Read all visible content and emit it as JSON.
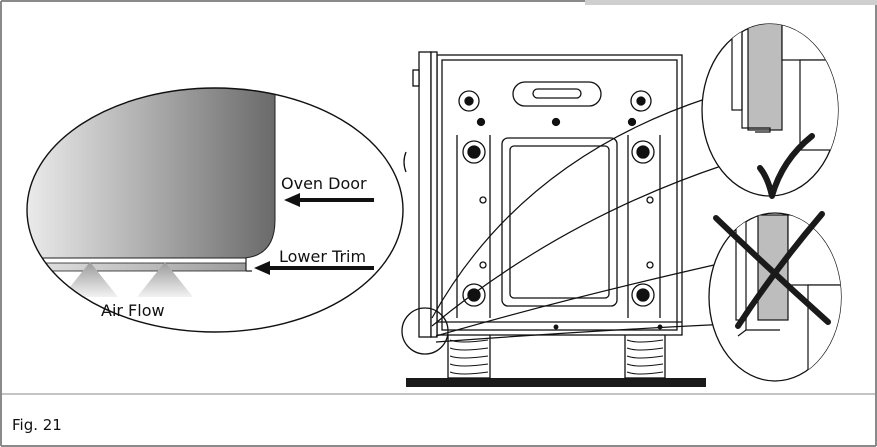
{
  "labels": {
    "oven_door": "Oven Door",
    "lower_trim": "Lower Trim",
    "air_flow": "Air Flow"
  },
  "figure": {
    "caption": "Fig. 21"
  },
  "colors": {
    "frame": "#8a8a8a",
    "stroke": "#111111",
    "door_dark": "#6f6f6f",
    "door_light": "#ececec",
    "trim": "#cfcfcf",
    "floor": "#1a1a1a"
  },
  "icons": {
    "correct": "check-mark-icon",
    "incorrect": "cross-mark-icon",
    "air_flow": "air-flow-arrow-icon",
    "pointer": "pointer-arrow-icon"
  }
}
